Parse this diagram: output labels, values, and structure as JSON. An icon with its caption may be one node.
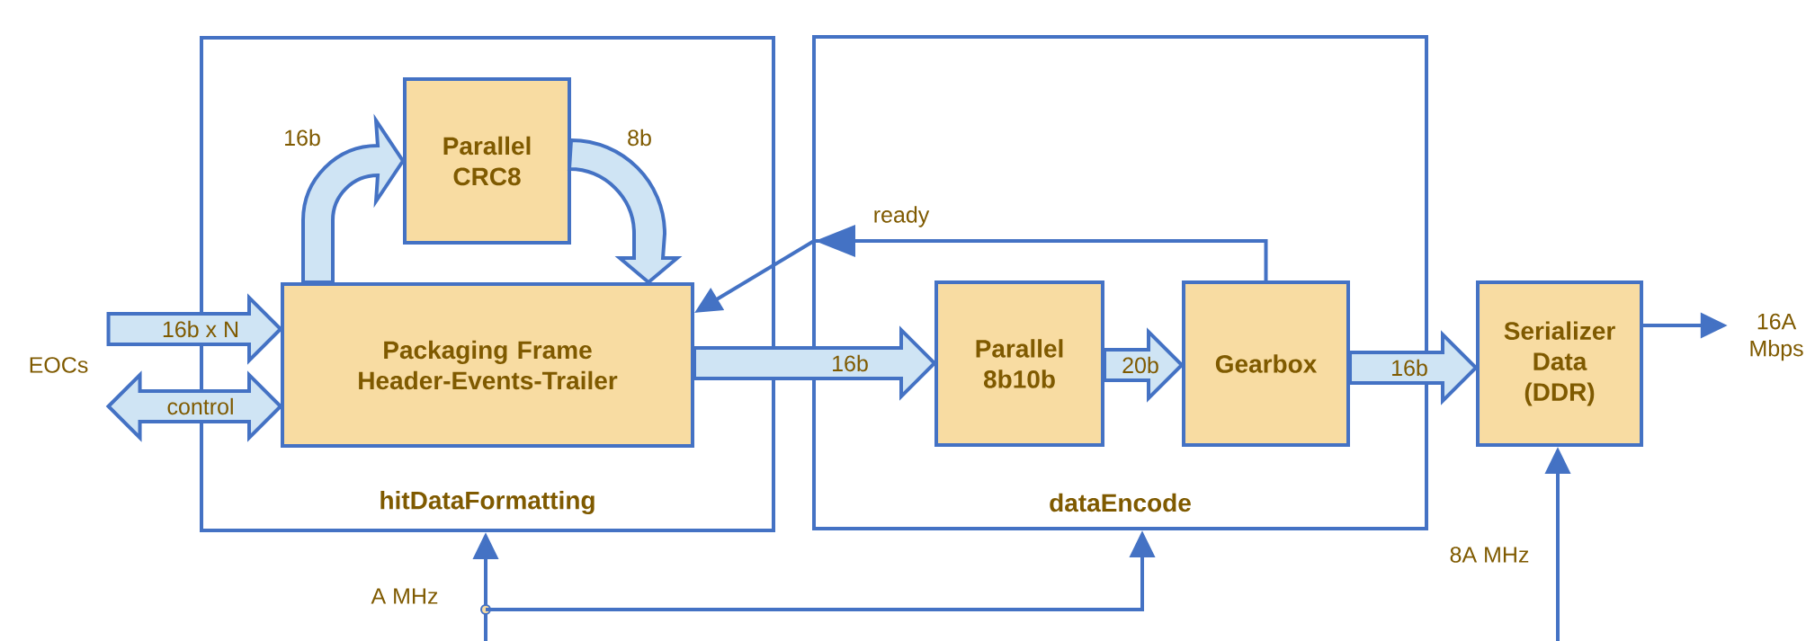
{
  "diagram": {
    "nodes": [
      {
        "text": [
          "hitDataFormatting"
        ]
      },
      {
        "text": [
          "Parallel CRC8"
        ],
        "in": 0
      },
      {
        "text": [
          "Packaging Frame Header-Events-Trailer"
        ],
        "in": 0
      },
      {
        "text": [
          "dataEncode"
        ]
      },
      {
        "text": [
          "Parallel 8b10b"
        ],
        "in": 3
      },
      {
        "text": [
          "Gearbox"
        ],
        "in": 3
      },
      {
        "text": [
          "Serializer Data (DDR)"
        ]
      },
      {
        "text": [
          "EOCs"
        ]
      },
      {
        "text": [
          "16A Mbps"
        ]
      }
    ],
    "edges": [
      {
        "from": 7,
        "to": 2,
        "arrow": "to",
        "label": "16b x N",
        "style": "thick"
      },
      {
        "from": 7,
        "to": 2,
        "arrow": "both",
        "label": "control",
        "style": "thick"
      },
      {
        "from": 2,
        "to": 1,
        "arrow": "to",
        "label": "16b",
        "style": "thick"
      },
      {
        "from": 1,
        "to": 2,
        "arrow": "to",
        "label": "8b",
        "style": "thick"
      },
      {
        "from": 2,
        "to": 4,
        "arrow": "to",
        "label": "16b",
        "style": "thick"
      },
      {
        "from": 4,
        "to": 5,
        "arrow": "to",
        "label": "20b",
        "style": "thick"
      },
      {
        "from": 5,
        "to": 6,
        "arrow": "to",
        "label": "16b",
        "style": "thick"
      },
      {
        "from": 6,
        "to": 8,
        "arrow": "to"
      },
      {
        "from": 5,
        "to": 2,
        "arrow": "to",
        "label": "ready"
      },
      {
        "from": null,
        "to": 0,
        "arrow": "to"
      },
      {
        "from": null,
        "to": 3,
        "arrow": "to"
      },
      {
        "from": null,
        "to": 6,
        "arrow": "to"
      }
    ],
    "labels": [
      "A MHz",
      "8A MHz"
    ]
  }
}
